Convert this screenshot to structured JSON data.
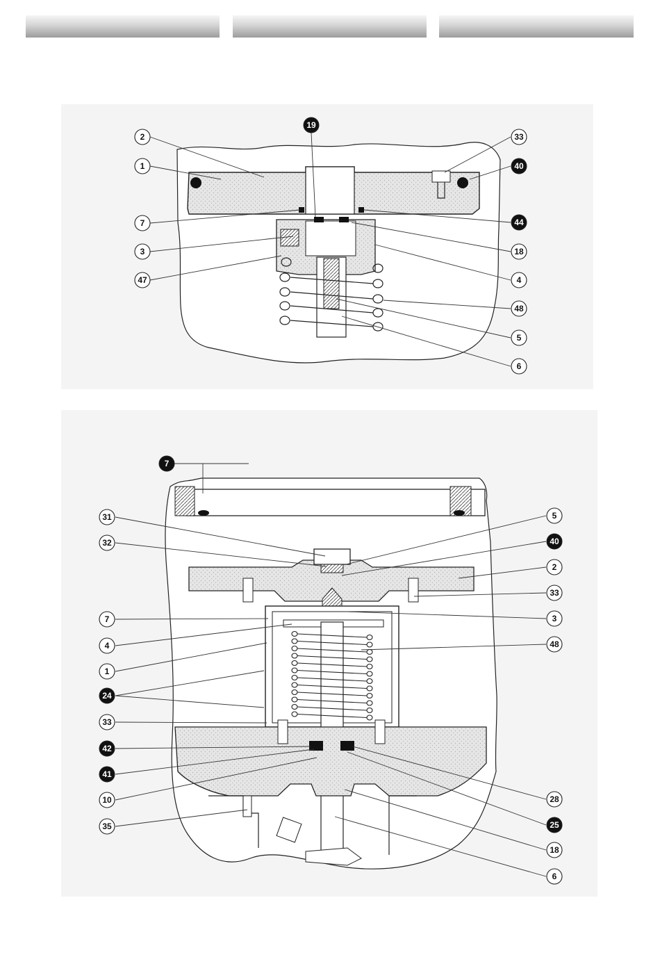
{
  "header": {
    "bars": [
      "",
      "",
      ""
    ],
    "bar_colors": [
      "#f6f6f6",
      "#9c9c9c"
    ]
  },
  "figure1": {
    "callouts": [
      {
        "id": "c1-2",
        "label": "2",
        "filled": false
      },
      {
        "id": "c1-1",
        "label": "1",
        "filled": false
      },
      {
        "id": "c1-7",
        "label": "7",
        "filled": false
      },
      {
        "id": "c1-3",
        "label": "3",
        "filled": false
      },
      {
        "id": "c1-47",
        "label": "47",
        "filled": false
      },
      {
        "id": "c1-19",
        "label": "19",
        "filled": true
      },
      {
        "id": "c1-33",
        "label": "33",
        "filled": false
      },
      {
        "id": "c1-40",
        "label": "40",
        "filled": true
      },
      {
        "id": "c1-44",
        "label": "44",
        "filled": true
      },
      {
        "id": "c1-18",
        "label": "18",
        "filled": false
      },
      {
        "id": "c1-4",
        "label": "4",
        "filled": false
      },
      {
        "id": "c1-48",
        "label": "48",
        "filled": false
      },
      {
        "id": "c1-5",
        "label": "5",
        "filled": false
      },
      {
        "id": "c1-6",
        "label": "6",
        "filled": false
      }
    ]
  },
  "figure2": {
    "callouts": [
      {
        "id": "c2-7top",
        "label": "7",
        "filled": true
      },
      {
        "id": "c2-31",
        "label": "31",
        "filled": false
      },
      {
        "id": "c2-32",
        "label": "32",
        "filled": false
      },
      {
        "id": "c2-7",
        "label": "7",
        "filled": false
      },
      {
        "id": "c2-4",
        "label": "4",
        "filled": false
      },
      {
        "id": "c2-1",
        "label": "1",
        "filled": false
      },
      {
        "id": "c2-24",
        "label": "24",
        "filled": true
      },
      {
        "id": "c2-33l",
        "label": "33",
        "filled": false
      },
      {
        "id": "c2-42",
        "label": "42",
        "filled": true
      },
      {
        "id": "c2-41",
        "label": "41",
        "filled": true
      },
      {
        "id": "c2-10",
        "label": "10",
        "filled": false
      },
      {
        "id": "c2-35",
        "label": "35",
        "filled": false
      },
      {
        "id": "c2-5",
        "label": "5",
        "filled": false
      },
      {
        "id": "c2-40",
        "label": "40",
        "filled": true
      },
      {
        "id": "c2-2",
        "label": "2",
        "filled": false
      },
      {
        "id": "c2-33r",
        "label": "33",
        "filled": false
      },
      {
        "id": "c2-3",
        "label": "3",
        "filled": false
      },
      {
        "id": "c2-48",
        "label": "48",
        "filled": false
      },
      {
        "id": "c2-28",
        "label": "28",
        "filled": false
      },
      {
        "id": "c2-25",
        "label": "25",
        "filled": true
      },
      {
        "id": "c2-18",
        "label": "18",
        "filled": false
      },
      {
        "id": "c2-6",
        "label": "6",
        "filled": false
      }
    ]
  }
}
